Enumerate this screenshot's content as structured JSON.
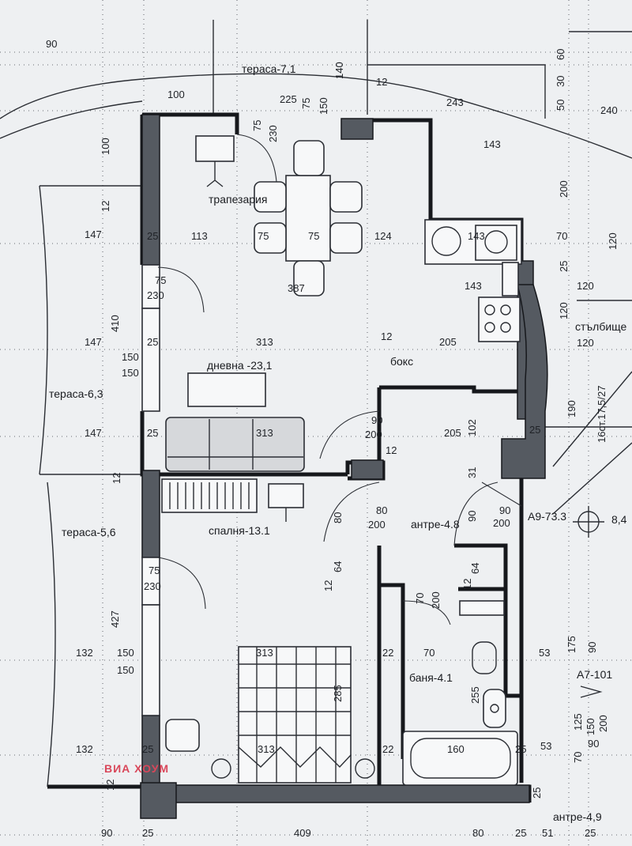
{
  "rooms": {
    "terrace_top": "тераса-7,1",
    "dining": "трапезария",
    "living": "дневна -23,1",
    "kitchen_box": "бокс",
    "terrace_left_1": "тераса-6,3",
    "terrace_left_2": "тераса-5,6",
    "bedroom": "спалня-13.1",
    "hall": "антре-4.8",
    "bathroom": "баня-4.1",
    "columns": "стълбище",
    "hall_bottom": "антре-4,9"
  },
  "apartments": {
    "a9": "А9-73.3",
    "a7": "А7-101",
    "a8_partial": "8,4"
  },
  "watermark": "ВИА ХОУМ",
  "dimensions": {
    "top_90": "90",
    "top_100": "100",
    "top_225": "225",
    "top_75a": "75",
    "top_150": "150",
    "top_140": "140",
    "top_12a": "12",
    "top_243": "243",
    "top_240": "240",
    "top_60": "60",
    "top_30": "30",
    "top_50": "50",
    "door_75_230a": "75",
    "door_230a": "230",
    "d_100": "100",
    "d_12_left": "12",
    "d_143_top": "143",
    "d_200_right": "200",
    "row1_147": "147",
    "row1_25": "25",
    "row1_113": "113",
    "row1_75a": "75",
    "row1_75b": "75",
    "row1_124": "124",
    "row1_143": "143",
    "row1_70": "70",
    "row1_120": "120",
    "door_75b": "75",
    "door_230b": "230",
    "d_387": "387",
    "d_143_mid": "143",
    "d_25_right": "25",
    "d_120_a": "120",
    "d_120_b": "120",
    "d_120_c": "120",
    "d_410": "410",
    "row2_147": "147",
    "row2_25": "25",
    "row2_313": "313",
    "row2_12": "12",
    "row2_205": "205",
    "d_150a": "150",
    "d_150b": "150",
    "d_190": "190",
    "d_16": "16ст.17,5/27",
    "row3_147": "147",
    "row3_25": "25",
    "row3_313": "313",
    "door_90": "90",
    "door_200": "200",
    "row3_12": "12",
    "row3_205": "205",
    "row3_102": "102",
    "row3_25r": "25",
    "d_12_mid": "12",
    "d_31": "31",
    "d_80_left": "80",
    "door_80": "80",
    "door_200b": "200",
    "d_90_r": "90",
    "d_90b": "90",
    "d_200c": "200",
    "d_12_64a": "12",
    "d_64a": "64",
    "d_427": "427",
    "door_75c": "75",
    "door_230c": "230",
    "door_70": "70",
    "door_200d": "200",
    "d_12_64b": "12",
    "d_64b": "64",
    "row4_132": "132",
    "row4_150": "150",
    "row4_313": "313",
    "row4_22": "22",
    "row4_70": "70",
    "row4_53": "53",
    "row4_175": "175",
    "row4_90": "90",
    "d_150c": "150",
    "d_255": "255",
    "d_285": "285",
    "d_125": "125",
    "d_150d": "150",
    "d_200e": "200",
    "row5_132": "132",
    "row5_25": "25",
    "row5_313": "313",
    "row5_22": "22",
    "row5_160": "160",
    "row5_25b": "25",
    "row5_53": "53",
    "row5_70": "70",
    "row5_90": "90",
    "bot_90": "90",
    "bot_25": "25",
    "bot_409": "409",
    "bot_80": "80",
    "bot_25b": "25",
    "bot_51": "51",
    "bot_25c": "25",
    "bot_25d": "25",
    "bot_12": "12"
  }
}
